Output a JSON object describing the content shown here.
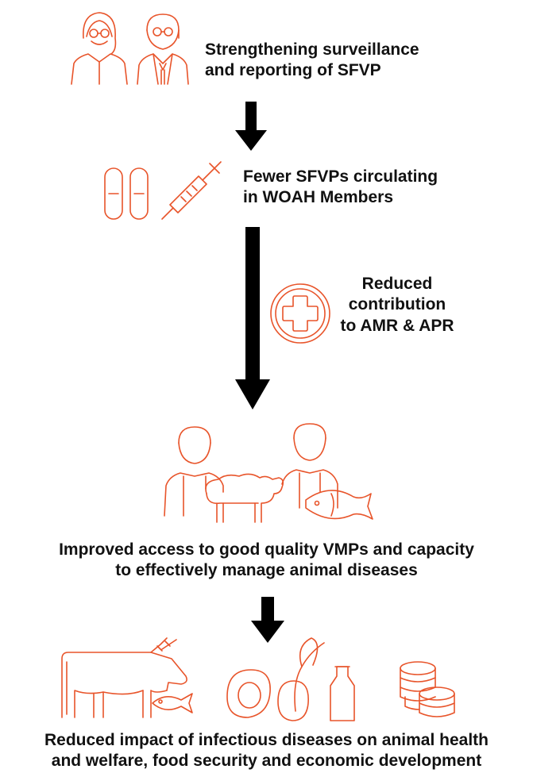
{
  "steps": {
    "s1": {
      "line1": "Strengthening surveillance",
      "line2": "and reporting of SFVP"
    },
    "s2": {
      "line1": "Fewer SFVPs circulating",
      "line2": "in WOAH Members"
    },
    "s3": {
      "line1": "Reduced",
      "line2": "contribution",
      "line3": "to AMR & APR"
    },
    "s4": {
      "line1": "Improved access to good quality VMPs and capacity",
      "line2": "to effectively manage animal diseases"
    },
    "s5": {
      "line1": "Reduced impact of infectious diseases on animal health",
      "line2": "and welfare, food security and economic development"
    }
  },
  "colors": {
    "icon": "#e8542a",
    "arrow": "#000000",
    "text": "#111111"
  },
  "icons": [
    "two-people-icon",
    "pills-icon",
    "syringe-icon",
    "medical-cross-icon",
    "farmers-sheep-fish-icon",
    "cow-icon",
    "fish-icon",
    "food-egg-milk-icon",
    "coins-icon"
  ]
}
